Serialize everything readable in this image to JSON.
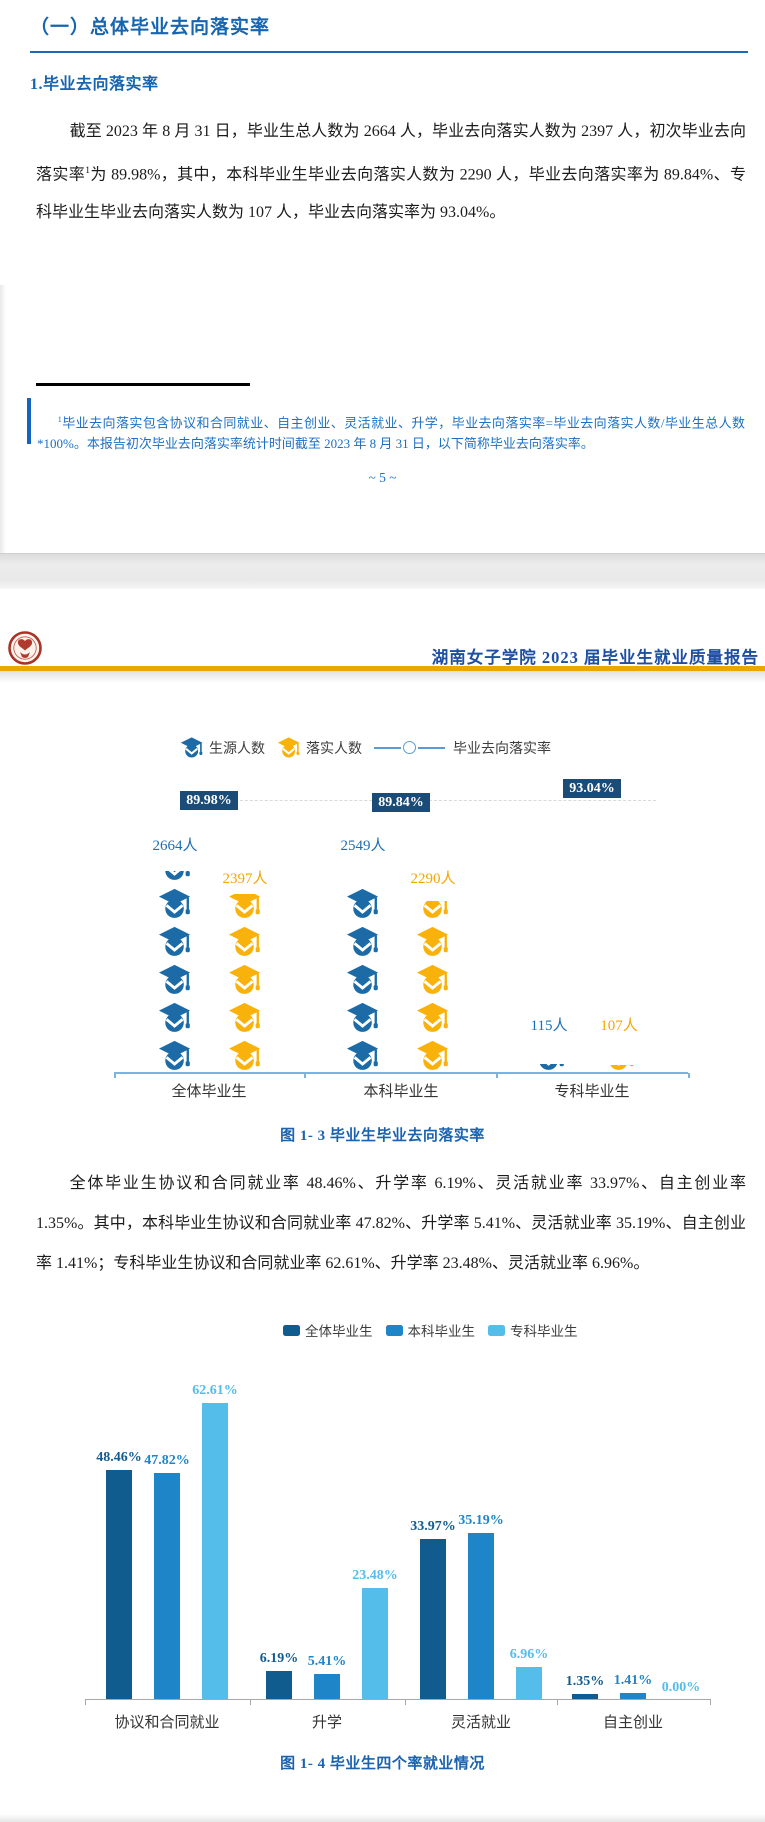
{
  "page1": {
    "section_heading": "（一）总体毕业去向落实率",
    "subsection_heading": "1.毕业去向落实率",
    "body": {
      "text1": "截至 2023 年 8 月 31 日，毕业生总人数为 2664 人，毕业去向落实人数为 2397 人，初次毕业去向落实率",
      "sup": "1",
      "text2": "为 89.98%，其中，本科毕业生毕业去向落实人数为 2290 人，毕业去向落实率为 89.84%、专科毕业生毕业去向落实人数为 107 人，毕业去向落实率为 93.04%。"
    },
    "footnote": {
      "sup": "1",
      "text": "毕业去向落实包含协议和合同就业、自主创业、灵活就业、升学，毕业去向落实率=毕业去向落实人数/毕业生总人数*100%。本报告初次毕业去向落实率统计时间截至 2023 年 8 月 31 日，以下简称毕业去向落实率。"
    },
    "page_number": "~ 5 ~"
  },
  "page2": {
    "header": {
      "title": "湖南女子学院 2023 届毕业生就业质量报告",
      "logo": "school-seal"
    },
    "paragraph": "全体毕业生协议和合同就业率 48.46%、升学率 6.19%、灵活就业率 33.97%、自主创业率 1.35%。其中，本科毕业生协议和合同就业率 47.82%、升学率 5.41%、灵活就业率 35.19%、自主创业率 1.41%；专科毕业生协议和合同就业率 62.61%、升学率 23.48%、灵活就业率 6.96%。"
  },
  "colors": {
    "accent_blue": "#1765AE",
    "gold_rule": "#E9A800",
    "footnote_blue": "#1C6FC4",
    "chip_bg": "#1B4B77"
  },
  "chart_data": [
    {
      "type": "pictograph",
      "title": "图 1- 3 毕业生毕业去向落实率",
      "categories": [
        "全体毕业生",
        "本科毕业生",
        "专科毕业生"
      ],
      "unit_per_icon": 500,
      "icon": "graduation-cap",
      "legend": [
        {
          "label": "生源人数",
          "color": "#1C6BA6"
        },
        {
          "label": "落实人数",
          "color": "#F9B20B"
        },
        {
          "label": "毕业去向落实率",
          "marker": "line-circle"
        }
      ],
      "series": [
        {
          "name": "生源人数",
          "color": "#1C6BA6",
          "label_color": "#1D6FB5",
          "values": [
            2664,
            2549,
            115
          ],
          "labels": [
            "2664人",
            "2549人",
            "115人"
          ]
        },
        {
          "name": "落实人数",
          "color": "#F9B20B",
          "label_color": "#F2A608",
          "values": [
            2397,
            2290,
            107
          ],
          "labels": [
            "2397人",
            "2290人",
            "107人"
          ]
        },
        {
          "name": "毕业去向落实率",
          "values": [
            89.98,
            89.84,
            93.04
          ],
          "labels": [
            "89.98%",
            "89.84%",
            "93.04%"
          ]
        }
      ]
    },
    {
      "type": "bar",
      "title": "图 1- 4 毕业生四个率就业情况",
      "categories": [
        "协议和合同就业",
        "升学",
        "灵活就业",
        "自主创业"
      ],
      "value_suffix": "%",
      "ylim": [
        0,
        65
      ],
      "legend_position": "top",
      "series": [
        {
          "name": "全体毕业生",
          "color": "#115C8F",
          "values": [
            48.46,
            6.19,
            33.97,
            1.35
          ]
        },
        {
          "name": "本科毕业生",
          "color": "#1E86C8",
          "values": [
            47.82,
            5.41,
            35.19,
            1.41
          ]
        },
        {
          "name": "专科毕业生",
          "color": "#54BDE9",
          "values": [
            62.61,
            23.48,
            6.96,
            0.0
          ]
        }
      ]
    }
  ]
}
